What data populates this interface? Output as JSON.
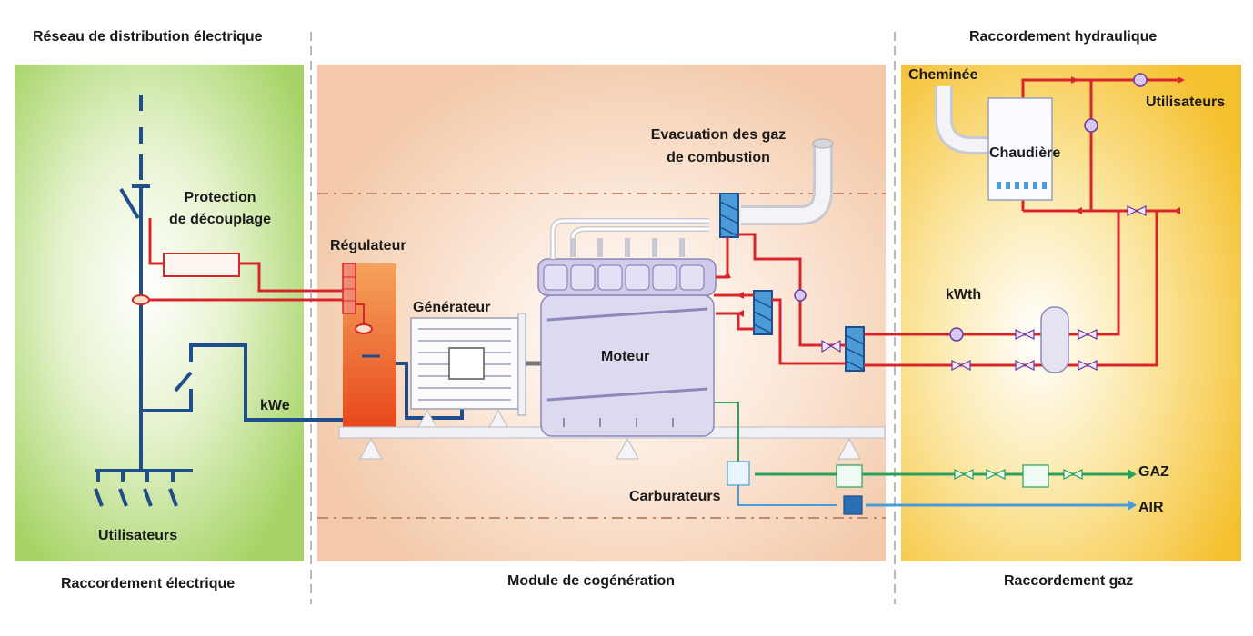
{
  "sections": {
    "top_left": "Réseau de distribution électrique",
    "top_right": "Raccordement hydraulique",
    "bottom_left": "Raccordement électrique",
    "bottom_center": "Module de cogénération",
    "bottom_right": "Raccordement gaz"
  },
  "labels": {
    "protection": [
      "Protection",
      "de découplage"
    ],
    "regulateur": "Régulateur",
    "generateur": "Générateur",
    "moteur": "Moteur",
    "kwe": "kWe",
    "utilisateurs_left": "Utilisateurs",
    "evacuation": [
      "Evacuation des gaz",
      "de combustion"
    ],
    "cheminee": "Cheminée",
    "chaudiere": "Chaudière",
    "utilisateurs_right": "Utilisateurs",
    "kwth": "kWth",
    "carburateurs": "Carburateurs",
    "gaz": "GAZ",
    "air": "AIR"
  },
  "colors": {
    "electric_green": "#a8d46a",
    "module_peach": "#f5cdb0",
    "gas_yellow": "#f5c233",
    "pipe_red": "#d7262b",
    "cable_blue": "#1f4e8c",
    "gas_green": "#2aa05a",
    "air_blue": "#4a9bd8"
  }
}
